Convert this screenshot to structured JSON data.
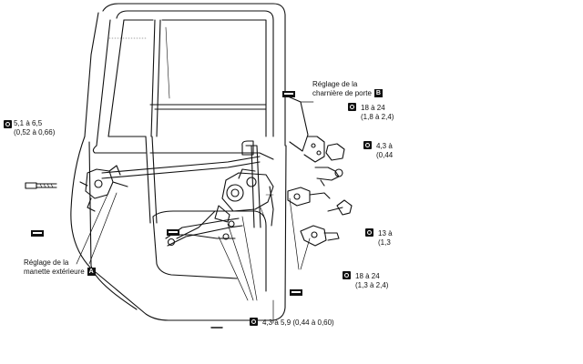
{
  "labels": {
    "reglage_charniere_line1": "Réglage de la",
    "reglage_charniere_line2": "charnière de porte",
    "reglage_charniere_ref": "B",
    "reglage_manette_line1": "Réglage de la",
    "reglage_manette_line2": "manette extérieure",
    "reglage_manette_ref": "A",
    "torque_left_line1": "5,1 à 6,5",
    "torque_left_line2": "(0,52 à 0,66)",
    "torque_top_right_line1": "18 à 24",
    "torque_top_right_line2": "(1,8 à 2,4)",
    "torque_mid_right_line1": "4,3 à",
    "torque_mid_right_line2": "(0,44",
    "torque_lower_right_line1": "13 à",
    "torque_lower_right_line2": "(1,3",
    "torque_bottom_right_line1": "18 à 24",
    "torque_bottom_right_line2": "(1,3 à 2,4)",
    "torque_bottom": "4,3 à 5,9 (0,44 à 0,60)"
  },
  "icons": {
    "torque": "torque-wrench-icon",
    "grease": "grease-symbol-icon"
  }
}
